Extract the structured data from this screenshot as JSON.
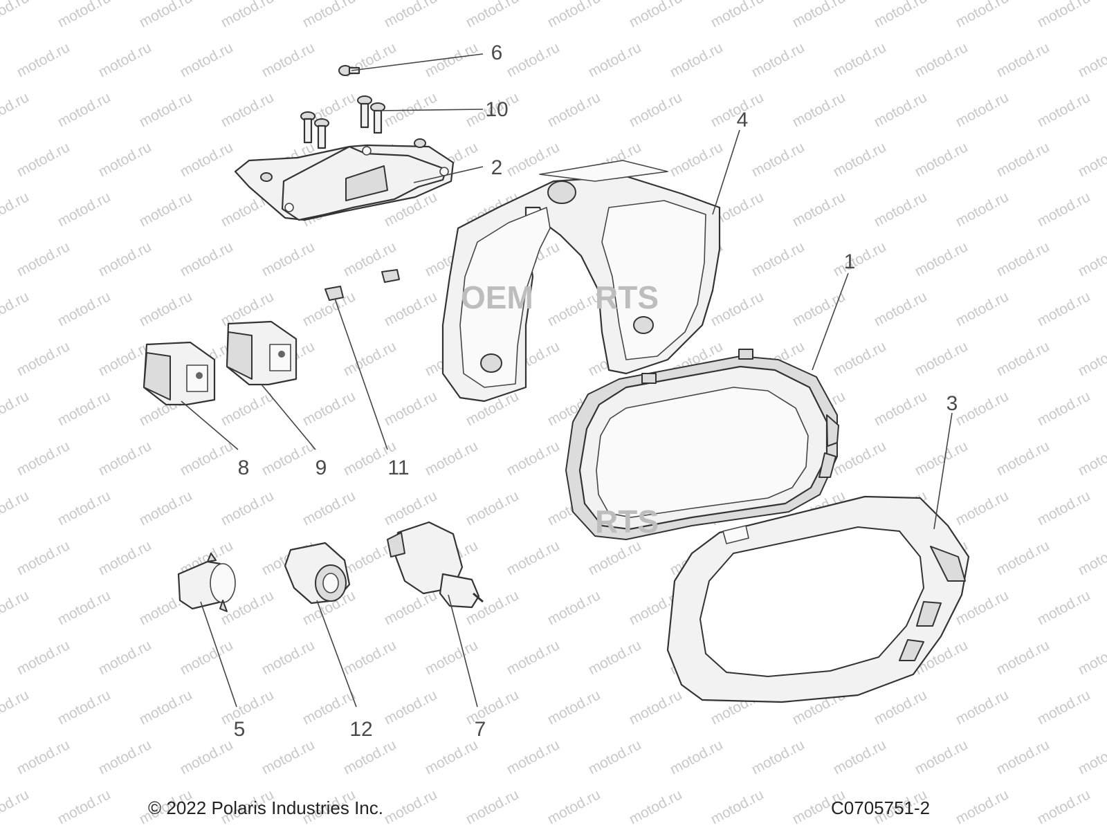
{
  "watermark": "motod.ru",
  "overlay_watermark": {
    "left": "OEM",
    "right": "RTS"
  },
  "callouts": {
    "c1": "1",
    "c2": "2",
    "c3": "3",
    "c4": "4",
    "c5": "5",
    "c6": "6",
    "c7": "7",
    "c8": "8",
    "c9": "9",
    "c10": "10",
    "c11": "11",
    "c12": "12"
  },
  "footer": {
    "copyright": "© 2022 Polaris Industries Inc.",
    "figure_code": "C0705751-2"
  },
  "colors": {
    "line": "#333333",
    "watermark": "#c8c8c8",
    "part_fill": "#f2f2f2"
  }
}
